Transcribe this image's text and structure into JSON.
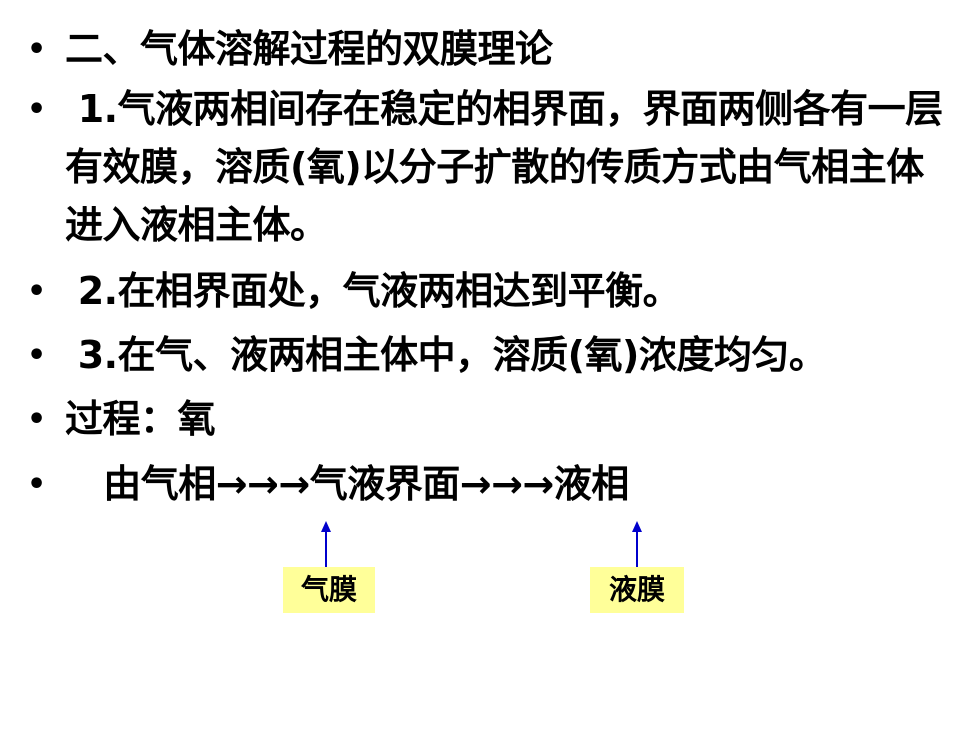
{
  "bullets": [
    {
      "text": "二、气体溶解过程的双膜理论"
    },
    {
      "text": " 1.气液两相间存在稳定的相界面，界面两侧各有一层有效膜，溶质(氧)以分子扩散的传质方式由气相主体进入液相主体。"
    },
    {
      "text": " 2.在相界面处，气液两相达到平衡。"
    },
    {
      "text": " 3.在气、液两相主体中，溶质(氧)浓度均匀。"
    },
    {
      "text": "过程：氧"
    },
    {
      "text": "   由气相→→→气液界面→→→液相"
    }
  ],
  "bullet_symbol": "•",
  "annotations": {
    "gas_film": "气膜",
    "liquid_film": "液膜"
  },
  "colors": {
    "arrow": "#0000cc",
    "label_background": "#ffff99",
    "text": "#000000"
  }
}
